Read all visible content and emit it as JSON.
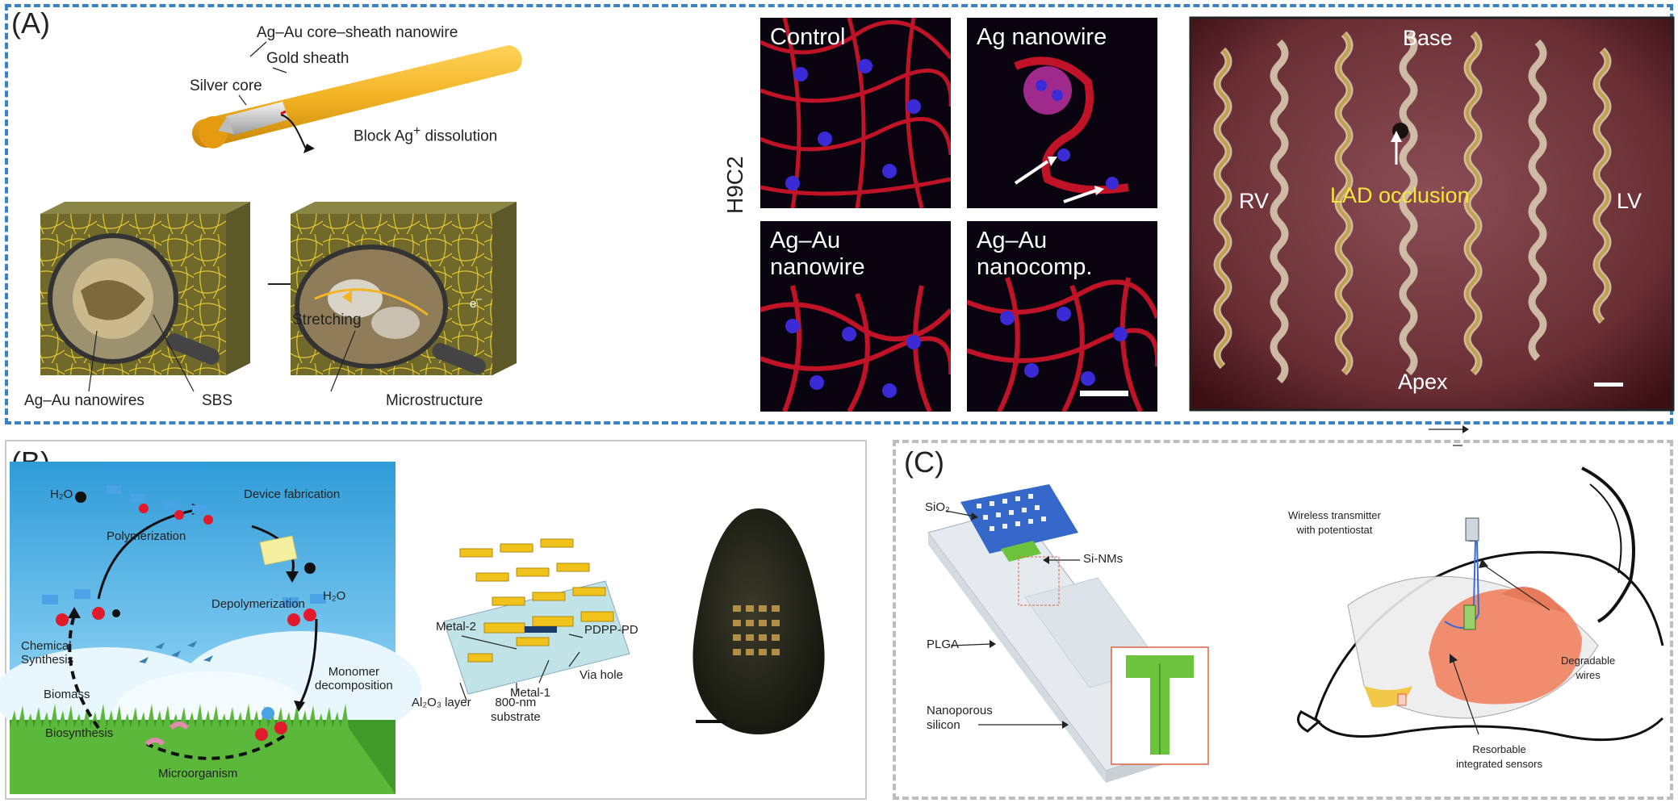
{
  "panels": {
    "a": {
      "label": "(A)",
      "nanowire": {
        "title": "Ag–Au core–sheath nanowire",
        "sheath": "Gold sheath",
        "core": "Silver core",
        "block_prefix": "Block Ag",
        "block_sup": "+",
        "block_suffix": " dissolution"
      },
      "composite": {
        "stretching": "Stretching",
        "nanowires": "Ag–Au nanowires",
        "sbs": "SBS",
        "microstructure": "Microstructure",
        "electron": "e",
        "electron_sup": "−"
      },
      "cells": {
        "axis_label": "H9C2",
        "tiles": [
          {
            "line1": "Control",
            "line2": ""
          },
          {
            "line1": "Ag nanowire",
            "line2": ""
          },
          {
            "line1": "Ag–Au",
            "line2": "nanowire"
          },
          {
            "line1": "Ag–Au",
            "line2": "nanocomp."
          }
        ]
      },
      "heart": {
        "base": "Base",
        "rv": "RV",
        "lv": "LV",
        "lad": "LAD occlusion",
        "apex": "Apex"
      }
    },
    "b": {
      "label": "(B)",
      "cycle": {
        "h2o_top": "H₂O",
        "polymerization": "Polymerization",
        "device_fabrication": "Device fabrication",
        "h2o_right": "H₂O",
        "depolymerization": "Depolymerization",
        "chemical_synthesis": "Chemical\nSynthesis",
        "monomer_decomposition": "Monomer\ndecomposition",
        "biomass": "Biomass",
        "biosynthesis": "Biosynthesis",
        "microorganism": "Microorganism"
      },
      "device": {
        "metal2": "Metal-2",
        "pdpp": "PDPP-PD",
        "via": "Via hole",
        "metal1": "Metal-1",
        "al2o3": "Al₂O₃ layer",
        "substrate": "800-nm\nsubstrate"
      }
    },
    "c": {
      "label": "(C)",
      "sensor": {
        "sio2": "SiO₂",
        "sinms": "Si-NMs",
        "plga": "PLGA",
        "nanoporous": "Nanoporous\nsilicon"
      },
      "rat": {
        "wireless": "Wireless transmitter\nwith potentiostat",
        "degradable": "Degradable\nwires",
        "resorbable": "Resorbable\nintegrated sensors"
      }
    }
  },
  "colors": {
    "panel_a_border": "#3b82c4",
    "panel_b_border": "#c9c9c9",
    "panel_c_border": "#bdbdbd",
    "gold": "#f2b426",
    "actin": "#e0162b",
    "nuclei": "#3a2bd6",
    "lad_text": "#f5e63a",
    "sky": "#3ba7e0",
    "grass": "#3f9a2a",
    "sensor_blue": "#3568c9",
    "sensor_green": "#6cc33c",
    "brain": "#f08d6f"
  }
}
